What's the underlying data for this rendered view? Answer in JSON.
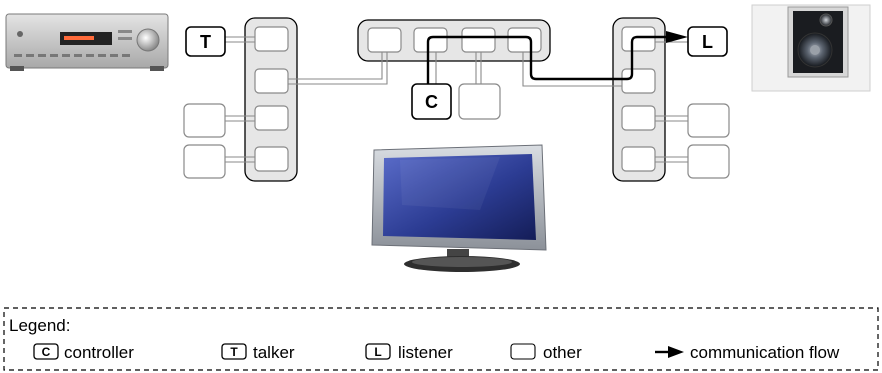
{
  "nodes": {
    "talker_label": "T",
    "listener_label": "L",
    "controller_label": "C"
  },
  "legend": {
    "title": "Legend:",
    "items": [
      {
        "icon": "C",
        "label": "controller"
      },
      {
        "icon": "T",
        "label": "talker"
      },
      {
        "icon": "L",
        "label": "listener"
      },
      {
        "icon": "",
        "label": "other"
      },
      {
        "icon": "arrow-icon",
        "label": "communication flow"
      }
    ]
  },
  "colors": {
    "switch_fill": "#e6e6e6",
    "node_border_dim": "#8a8a8a",
    "node_border_active": "#000000",
    "flow_line": "#000000",
    "link_line": "#8a8a8a"
  },
  "devices": [
    "av-receiver-icon",
    "speaker-icon",
    "flat-tv-icon"
  ]
}
